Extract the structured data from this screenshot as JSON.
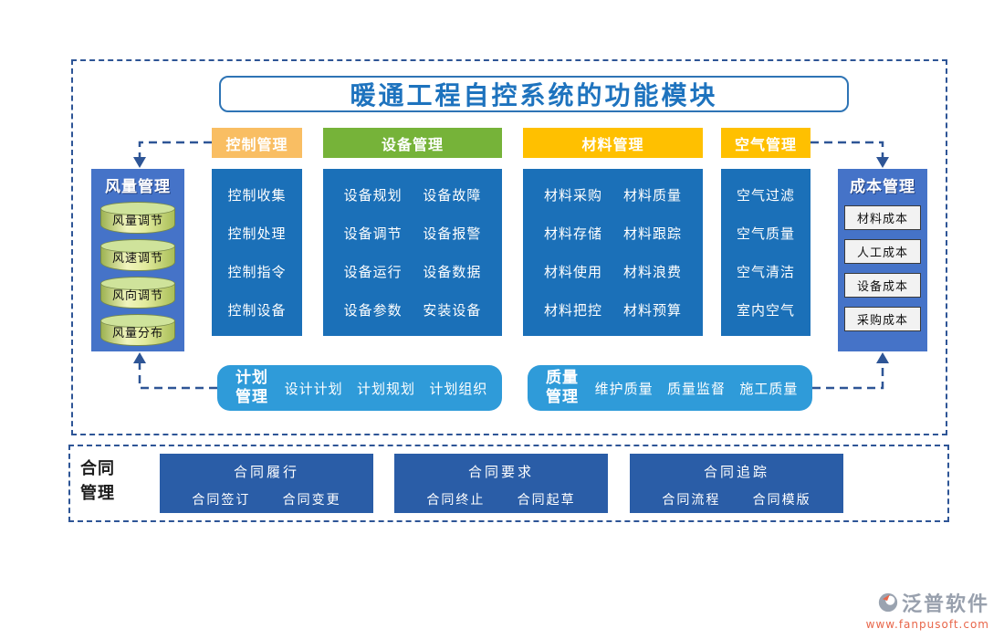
{
  "title": "暖通工程自控系统的功能模块",
  "control": {
    "header": "控制管理",
    "items": [
      "控制收集",
      "控制处理",
      "控制指令",
      "控制设备"
    ]
  },
  "equipment": {
    "header": "设备管理",
    "items": [
      "设备规划",
      "设备故障",
      "设备调节",
      "设备报警",
      "设备运行",
      "设备数据",
      "设备参数",
      "安装设备"
    ]
  },
  "material": {
    "header": "材料管理",
    "items": [
      "材料采购",
      "材料质量",
      "材料存储",
      "材料跟踪",
      "材料使用",
      "材料浪费",
      "材料把控",
      "材料预算"
    ]
  },
  "air": {
    "header": "空气管理",
    "items": [
      "空气过滤",
      "空气质量",
      "空气清洁",
      "室内空气"
    ]
  },
  "airflow": {
    "header": "风量管理",
    "items": [
      "风量调节",
      "风速调节",
      "风向调节",
      "风量分布"
    ]
  },
  "cost": {
    "header": "成本管理",
    "items": [
      "材料成本",
      "人工成本",
      "设备成本",
      "采购成本"
    ]
  },
  "plan": {
    "header": "计划管理",
    "items": [
      "设计计划",
      "计划规划",
      "计划组织"
    ]
  },
  "quality": {
    "header": "质量管理",
    "items": [
      "维护质量",
      "质量监督",
      "施工质量"
    ]
  },
  "contract": {
    "label": "合同管理",
    "groups": [
      {
        "title": "合同履行",
        "items": [
          "合同签订",
          "合同变更"
        ]
      },
      {
        "title": "合同要求",
        "items": [
          "合同终止",
          "合同起草"
        ]
      },
      {
        "title": "合同追踪",
        "items": [
          "合同流程",
          "合同模版"
        ]
      }
    ]
  },
  "logo": {
    "name": "泛普软件",
    "url": "www.fanpusoft.com"
  },
  "colors": {
    "main_blue": "#1B70B8",
    "side_blue": "#4573C8",
    "bar_blue": "#2F9BD9",
    "contract_blue": "#2A5DA7",
    "header_orange": "#F9BE63",
    "header_green": "#76B339",
    "header_gold": "#FFC000",
    "dash_blue": "#2E5596",
    "title_blue": "#1E73BE",
    "logo_gray": "#98A0AD",
    "logo_orange": "#E8664A"
  }
}
